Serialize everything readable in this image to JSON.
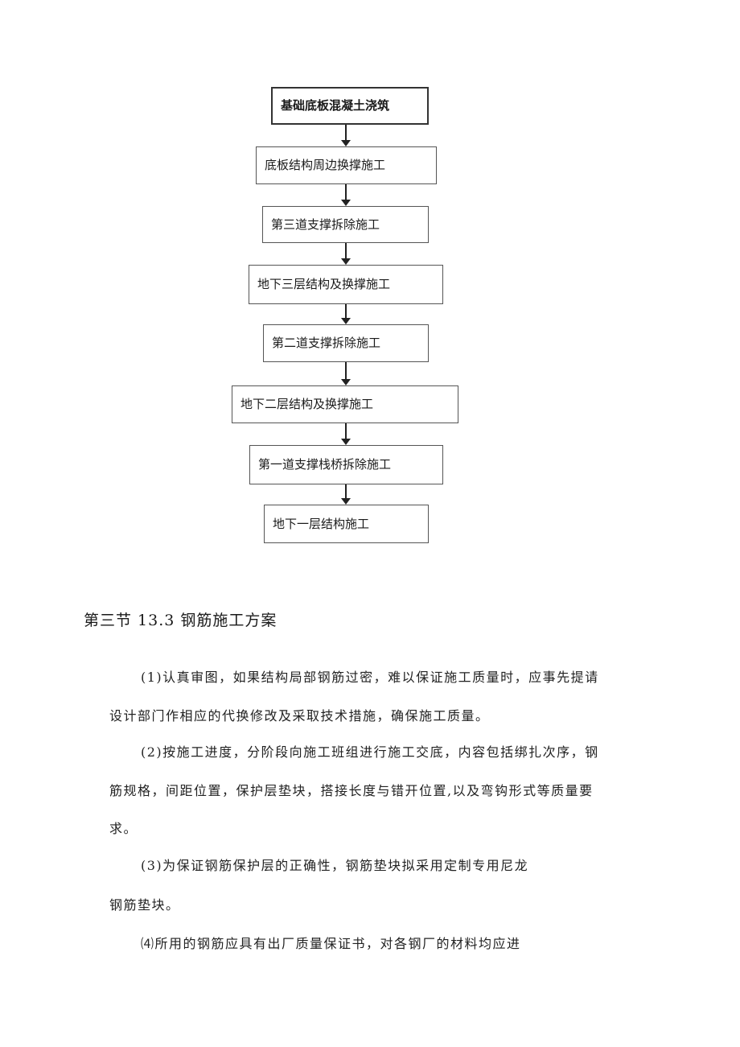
{
  "flowchart": {
    "steps": [
      "基础底板混凝土浇筑",
      "底板结构周边换撑施工",
      "第三道支撑拆除施工",
      "地下三层结构及换撑施工",
      "第二道支撑拆除施工",
      "地下二层结构及换撑施工",
      "第一道支撑栈桥拆除施工",
      "地下一层结构施工"
    ]
  },
  "section": {
    "title": "第三节 13.3 钢筋施工方案"
  },
  "paragraphs": {
    "p1": {
      "line1": "(1)认真审图，如果结构局部钢筋过密，难以保证施工质量时，应事先提请",
      "line2": "设计部门作相应的代换修改及采取技术措施，确保施工质量。"
    },
    "p2": {
      "line1": "(2)按施工进度，分阶段向施工班组进行施工交底，内容包括绑扎次序，钢",
      "line2": "筋规格，间距位置，保护层垫块，搭接长度与错开位置,以及弯钩形式等质量要",
      "line3": "求。"
    },
    "p3": {
      "line1": "(3)为保证钢筋保护层的正确性，钢筋垫块拟采用定制专用尼龙",
      "line2": "钢筋垫块。"
    },
    "p4": {
      "line1": "⑷所用的钢筋应具有出厂质量保证书，对各钢厂的材料均应进"
    }
  }
}
